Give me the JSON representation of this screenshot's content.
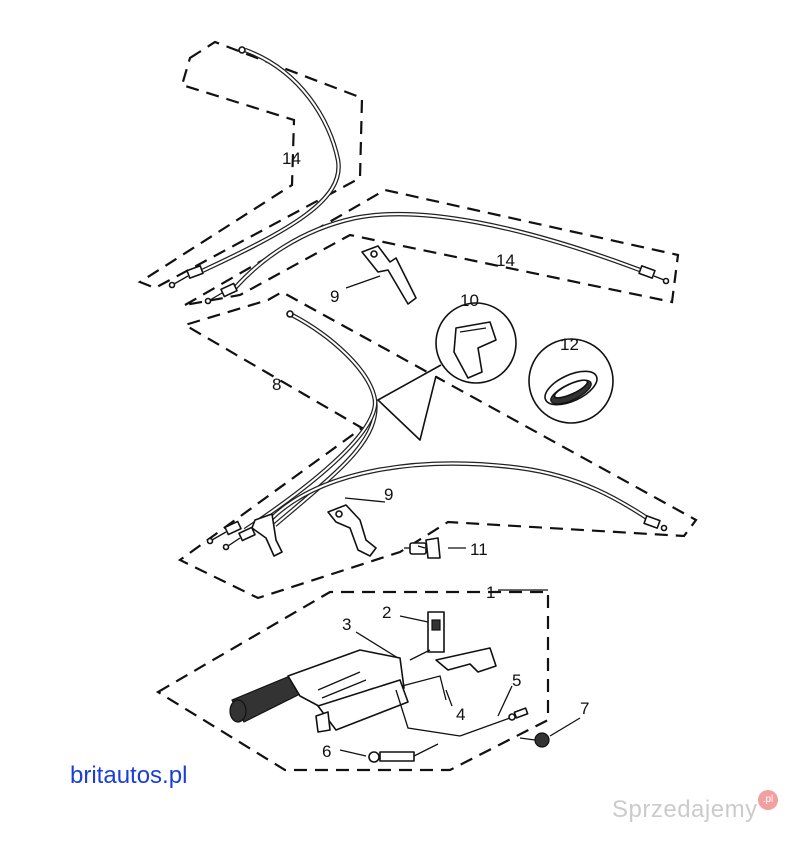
{
  "callouts": {
    "c14a": "14",
    "c14b": "14",
    "c9a": "9",
    "c10": "10",
    "c12": "12",
    "c8": "8",
    "c9b": "9",
    "c11": "11",
    "c1": "1",
    "c2": "2",
    "c3": "3",
    "c4": "4",
    "c5": "5",
    "c6": "6",
    "c7": "7"
  },
  "brand": "britautos.pl",
  "watermark": {
    "text": "Sprzedajemy",
    "badge": ".pl"
  }
}
